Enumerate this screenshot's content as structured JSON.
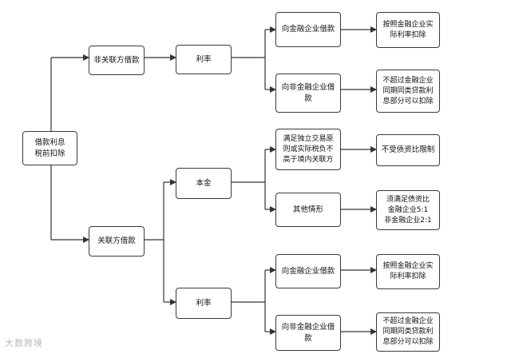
{
  "nodes": {
    "root": "借款利息\n税前扣除",
    "non_related": "非关联方借款",
    "interest_top": "利率",
    "fin_top": "向金融企业借款",
    "fin_top_result": "按照金融企业实\n际利率扣除",
    "nonfin_top": "向非金融企业借\n款",
    "nonfin_top_result": "不超过金融企业\n同期同类贷款利\n息部分可以扣除",
    "related": "关联方借款",
    "principal": "本金",
    "arm_length": "满足独立交易原\n则或实际税负不\n高于境内关联方",
    "no_limit": "不受债资比限制",
    "other": "其他情形",
    "ratio": "须满足债资比\n金融企业5:1\n非金融企业2:1",
    "interest_bottom": "利率",
    "fin_bottom": "向金融企业借款",
    "fin_bottom_result": "按照金融企业实\n际利率扣除",
    "nonfin_bottom": "向非金融企业借\n款",
    "nonfin_bottom_result": "不超过金融企业\n同期同类贷款利\n息部分可以扣除"
  },
  "watermark": "大数跨境"
}
